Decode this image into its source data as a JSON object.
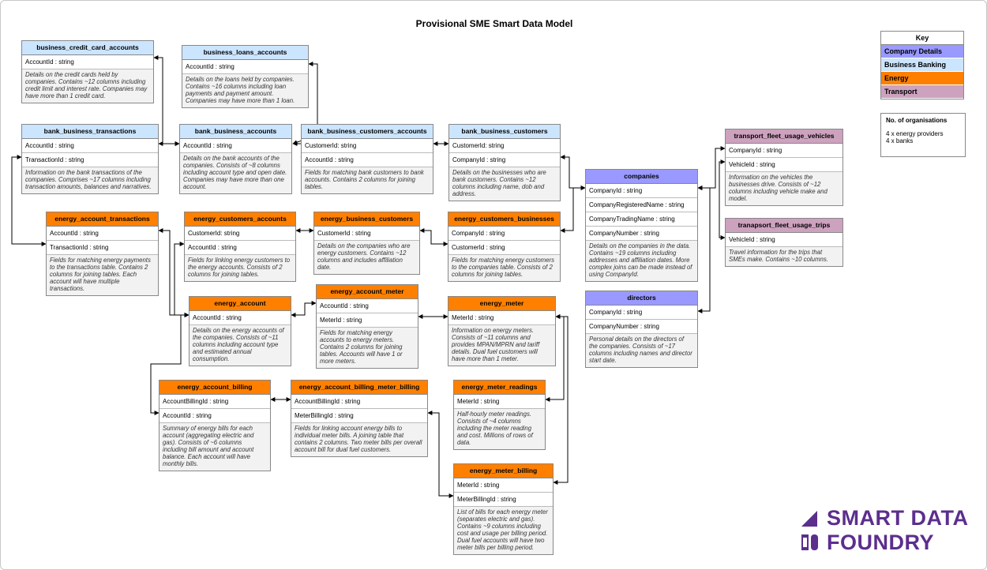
{
  "title": "Provisional SME Smart Data Model",
  "colors": {
    "company": "#9999ff",
    "bank": "#cce5ff",
    "energy": "#ff8000",
    "transport": "#cda2be",
    "line": "#000000",
    "logo": "#5c2e8e"
  },
  "key": {
    "title": "Key",
    "items": [
      {
        "label": "Company Details",
        "color": "#9999ff"
      },
      {
        "label": "Business Banking",
        "color": "#cce5ff"
      },
      {
        "label": "Energy",
        "color": "#ff8000"
      },
      {
        "label": "Transport",
        "color": "#cda2be"
      }
    ]
  },
  "orgs": {
    "title": "No. of organisations",
    "lines": [
      "4 x energy providers",
      "4 x banks"
    ]
  },
  "logo": {
    "line1": "SMART DATA",
    "line2": "FOUNDRY"
  },
  "entities": [
    {
      "id": "business_credit_card_accounts",
      "cat": "bank",
      "title": "business_credit_card_accounts",
      "fields": [
        "AccountId : string"
      ],
      "desc": "Details on the credit cards held by companies. Contains ~12 columns including credit limit and interest rate. Companies may have more than 1 credit card."
    },
    {
      "id": "business_loans_accounts",
      "cat": "bank",
      "title": "business_loans_accounts",
      "fields": [
        "AccountId : string"
      ],
      "desc": "Details on the loans held by companies. Contains ~16 columns including loan payments and payment amount. Companies may have more than 1 loan."
    },
    {
      "id": "bank_business_transactions",
      "cat": "bank",
      "title": "bank_business_transactions",
      "fields": [
        "AccountId : string",
        "TransactionId : string"
      ],
      "desc": "Information on the bank transactions of the companies. Comprises ~17 columns including transaction amounts, balances and narratives."
    },
    {
      "id": "bank_business_accounts",
      "cat": "bank",
      "title": "bank_business_accounts",
      "fields": [
        "AccountId : string"
      ],
      "desc": "Details on the bank accounts of the companies. Consists of ~8 columns including account type and open date. Companies may have more than one account."
    },
    {
      "id": "bank_business_customers_accounts",
      "cat": "bank",
      "title": "bank_business_customers_accounts",
      "fields": [
        "CustomerId: string",
        "AccountId : string"
      ],
      "desc": "Fields for matching bank customers to bank accounts. Contains 2 columns for joining tables."
    },
    {
      "id": "bank_business_customers",
      "cat": "bank",
      "title": "bank_business_customers",
      "fields": [
        "CustomerId: string",
        "CompanyId : string"
      ],
      "desc": "Details on the businesses who are bank customers. Contains ~12 columns including name, dob and address."
    },
    {
      "id": "companies",
      "cat": "company",
      "title": "companies",
      "fields": [
        "CompanyId : string",
        "CompanyRegisteredName : string",
        "CompanyTradingName : string",
        "CompanyNumber : string"
      ],
      "desc": "Details on the companies in the data. Contains ~19 columns including addresses and affiliation dates. More complex joins can be made instead of using CompanyId."
    },
    {
      "id": "directors",
      "cat": "company",
      "title": "directors",
      "fields": [
        "CompanyId : string",
        "CompanyNumber : string"
      ],
      "desc": "Personal details on the directors of the companies. Consists of ~17 columns including names and director start date."
    },
    {
      "id": "transport_fleet_usage_vehicles",
      "cat": "transport",
      "title": "transport_fleet_usage_vehicles",
      "fields": [
        "CompanyId : string",
        "VehicleId : string"
      ],
      "desc": "Information on the vehicles the businesses drive. Consists of ~12 columns including vehicle make and model."
    },
    {
      "id": "tranapsort_fleet_usage_trips",
      "cat": "transport",
      "title": "tranapsort_fleet_usage_trips",
      "fields": [
        "VehicleId : string"
      ],
      "desc": "Travel information for the trips that SMEs make. Contains ~10 columns."
    },
    {
      "id": "energy_account_transactions",
      "cat": "energy",
      "title": "energy_account_transactions",
      "fields": [
        "AccountId : string",
        "TransactionId : string"
      ],
      "desc": "Fields for matching energy payments to the transactions table. Contains 2 columns for joining tables. Each account will have multiple transactions."
    },
    {
      "id": "energy_customers_accounts",
      "cat": "energy",
      "title": "energy_customers_accounts",
      "fields": [
        "CustomerId: string",
        "AccountId : string"
      ],
      "desc": "Fields for linking energy customers to the energy accounts. Consists of 2 columns for joining tables."
    },
    {
      "id": "energy_business_customers",
      "cat": "energy",
      "title": "energy_business_customers",
      "fields": [
        "CustomerId : string"
      ],
      "desc": "Details on the companies who are energy customers. Contains ~12 columns and includes affiliation date."
    },
    {
      "id": "energy_customers_businesses",
      "cat": "energy",
      "title": "energy_customers_businesses",
      "fields": [
        "CompanyId : string",
        "CustomerId : string"
      ],
      "desc": "Fields for matching energy customers to the companies table. Consists of 2 columns for joining tables."
    },
    {
      "id": "energy_account",
      "cat": "energy",
      "title": "energy_account",
      "fields": [
        "AccountId : string"
      ],
      "desc": "Details on the energy accounts of the companies. Consists of ~11 columns including account type and estimated annual consumption."
    },
    {
      "id": "energy_account_meter",
      "cat": "energy",
      "title": "energy_account_meter",
      "fields": [
        "AccountId : string",
        "MeterId : string"
      ],
      "desc": "Fields for matching energy accounts to energy meters. Contains 2 columns for joining tables. Accounts will have 1 or more meters."
    },
    {
      "id": "energy_meter",
      "cat": "energy",
      "title": "energy_meter",
      "fields": [
        "MeterId : string"
      ],
      "desc": "Information on energy meters. Consists of ~11 columns and provides MPAN/MPRN and tariff details. Dual fuel customers will have more than 1 meter."
    },
    {
      "id": "energy_account_billing",
      "cat": "energy",
      "title": "energy_account_billing",
      "fields": [
        "AccountBillingId : string",
        "AccountId : string"
      ],
      "desc": "Summary of energy bills for each account (aggregating electric and gas). Consists of ~6 columns including bill amount and account balance. Each account will have monthly bills."
    },
    {
      "id": "energy_account_billing_meter_billing",
      "cat": "energy",
      "title": "energy_account_billing_meter_billing",
      "fields": [
        "AccountBillingId : string",
        "MeterBillingId : string"
      ],
      "desc": "Fields for linking account energy bills to individual meter bills. A joining table that contains 2 columns. Two meter bills per overall account bill for dual fuel customers."
    },
    {
      "id": "energy_meter_readings",
      "cat": "energy",
      "title": "energy_meter_readings",
      "fields": [
        "MeterId : string"
      ],
      "desc": "Half-hourly meter readings. Consists of ~4 columns including the meter reading and cost. Millions of rows of data."
    },
    {
      "id": "energy_meter_billing",
      "cat": "energy",
      "title": "energy_meter_billing",
      "fields": [
        "MeterId : string",
        "MeterBillingId : string"
      ],
      "desc": "List of bills for each energy meter (separates electric and gas). Contains ~9 columns including cost and usage per billing period. Dual fuel accounts will have two meter bills per billing period."
    }
  ]
}
